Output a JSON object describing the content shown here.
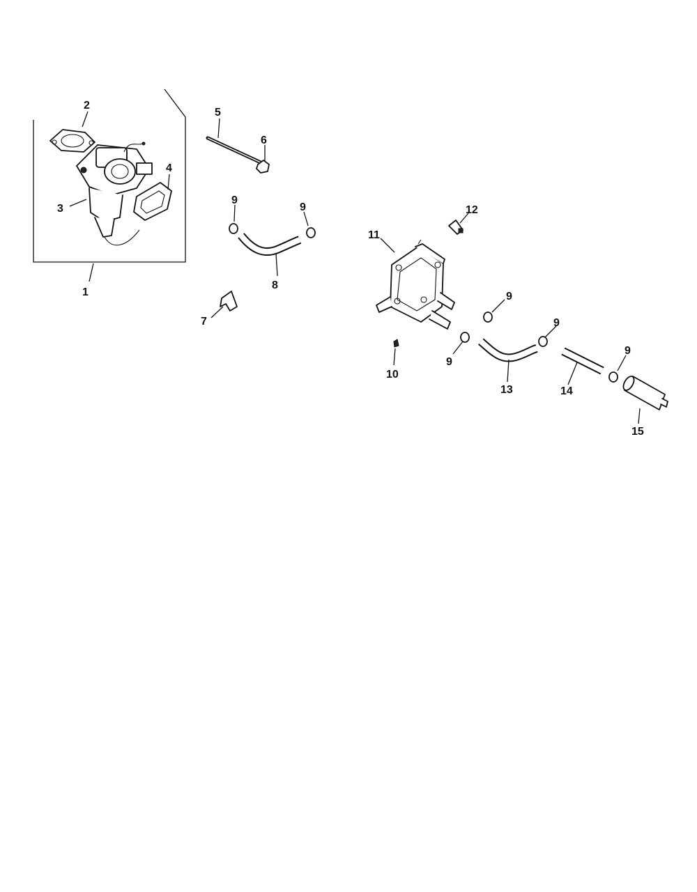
{
  "callouts": {
    "c1": "1",
    "c2": "2",
    "c3": "3",
    "c4": "4",
    "c5": "5",
    "c6": "6",
    "c7": "7",
    "c8": "8",
    "c9a": "9",
    "c9b": "9",
    "c9c": "9",
    "c9d": "9",
    "c9e": "9",
    "c9f": "9",
    "c10": "10",
    "c11": "11",
    "c12": "12",
    "c13": "13",
    "c14": "14",
    "c15": "15"
  },
  "colors": {
    "ink": "#111111",
    "background": "#ffffff"
  }
}
